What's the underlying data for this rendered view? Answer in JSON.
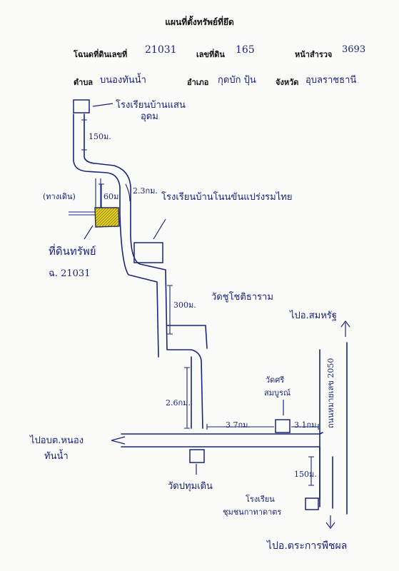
{
  "header": {
    "title": "แผนที่ตั้งทรัพย์ที่ยึด",
    "deed_label": "โฉนดที่ดินเลขที่",
    "deed_value": "21031",
    "land_no_label": "เลขที่ดิน",
    "land_no_value": "165",
    "survey_page_label": "หน้าสำรวจ",
    "survey_page_value": "3693",
    "subdistrict_label": "ตำบล",
    "subdistrict_value": "บนองทันน้ำ",
    "district_label": "อำเภอ",
    "district_value": "กุดบัก ปุ้น",
    "province_label": "จังหวัด",
    "province_value": "อุบลราชธานี"
  },
  "map_labels": {
    "school_top": "โรงเรียนบ้านแสน",
    "school_top_2": "อุดม",
    "dist_150m_top": "150ม.",
    "path_label": "(ทางเดิน)",
    "dist_60m": "60ม.",
    "dist_2_3km": "2.3กม.",
    "school_mid": "โรงเรียนบ้านโนนขันแปร่งรมไทย",
    "property_label": "ที่ดินทรัพย์",
    "property_deed": "ฉ. 21031",
    "dist_300m": "300ม.",
    "temple_1": "วัดชูโชติธาราม",
    "to_north": "ไปอ.สมหรัฐ",
    "temple_2": "วัดศรี",
    "temple_2b": "สมบูรณ์",
    "dist_2_6km": "2.6กม.",
    "dist_3_7km": "3.7กม.",
    "dist_3_1km": "3.1กม.",
    "highway": "ถนนหมายเลข 2050",
    "to_west": "ไปอบต.หนอง",
    "to_west_2": "ทันน้ำ",
    "temple_3": "วัดปทุมเดิน",
    "dist_150m_bottom": "150ม.",
    "school_bottom": "โรงเรียน",
    "school_bottom_2": "ชุมชนกาทาดาตร",
    "to_south": "ไปอ.ตระการพืชผล"
  },
  "colors": {
    "ink": "#1a237e",
    "property_fill": "#e9d619"
  }
}
